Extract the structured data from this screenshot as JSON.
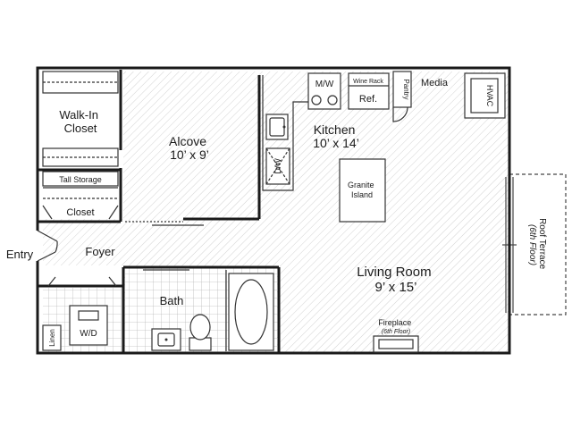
{
  "rooms": {
    "walk_in_closet": [
      "Walk-In",
      "Closet"
    ],
    "alcove": [
      "Alcove",
      "10’ x 9’"
    ],
    "kitchen": [
      "Kitchen",
      "10’ x 14’"
    ],
    "living_room": [
      "Living Room",
      "9’ x 15’"
    ],
    "foyer": "Foyer",
    "bath": "Bath",
    "tall_storage": "Tall Storage",
    "closet": "Closet",
    "wd": "W/D",
    "linen": "Linen",
    "entry": "Entry",
    "media": "Media",
    "pantry": "Pantry",
    "wine_rack": "Wine Rack",
    "ref": "Ref.",
    "mw": "M/W",
    "dw": "D/W",
    "granite_island": [
      "Granite",
      "Island"
    ],
    "hvac": "HVAC",
    "fireplace": [
      "Fireplace",
      "(6th Floor)"
    ],
    "roof_terrace": [
      "Roof Terrace",
      "(6th Floor)"
    ]
  }
}
